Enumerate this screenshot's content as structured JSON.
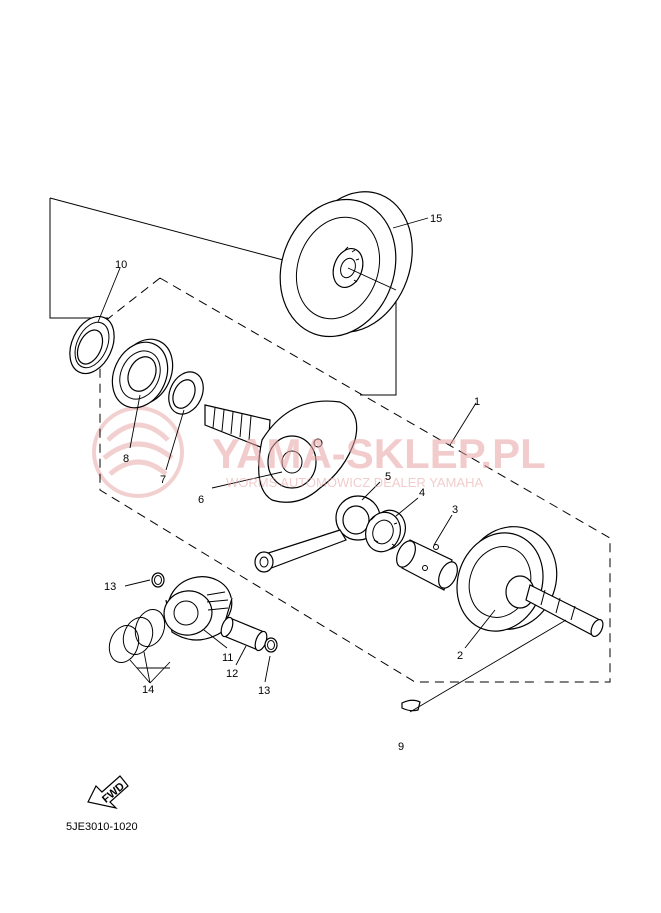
{
  "diagram": {
    "code": "5JE3010-1020",
    "fwd_label": "FWD"
  },
  "watermark": {
    "main": "YAMA-SKLEP.PL",
    "sub": "WORMS AUTOMOWICZ DEALER YAMAHA"
  },
  "callouts": {
    "c1": "1",
    "c2": "2",
    "c3": "3",
    "c4": "4",
    "c5": "5",
    "c6": "6",
    "c7": "7",
    "c8": "8",
    "c9": "9",
    "c10": "10",
    "c11": "11",
    "c12": "12",
    "c13a": "13",
    "c13b": "13",
    "c14": "14",
    "c15": "15"
  }
}
